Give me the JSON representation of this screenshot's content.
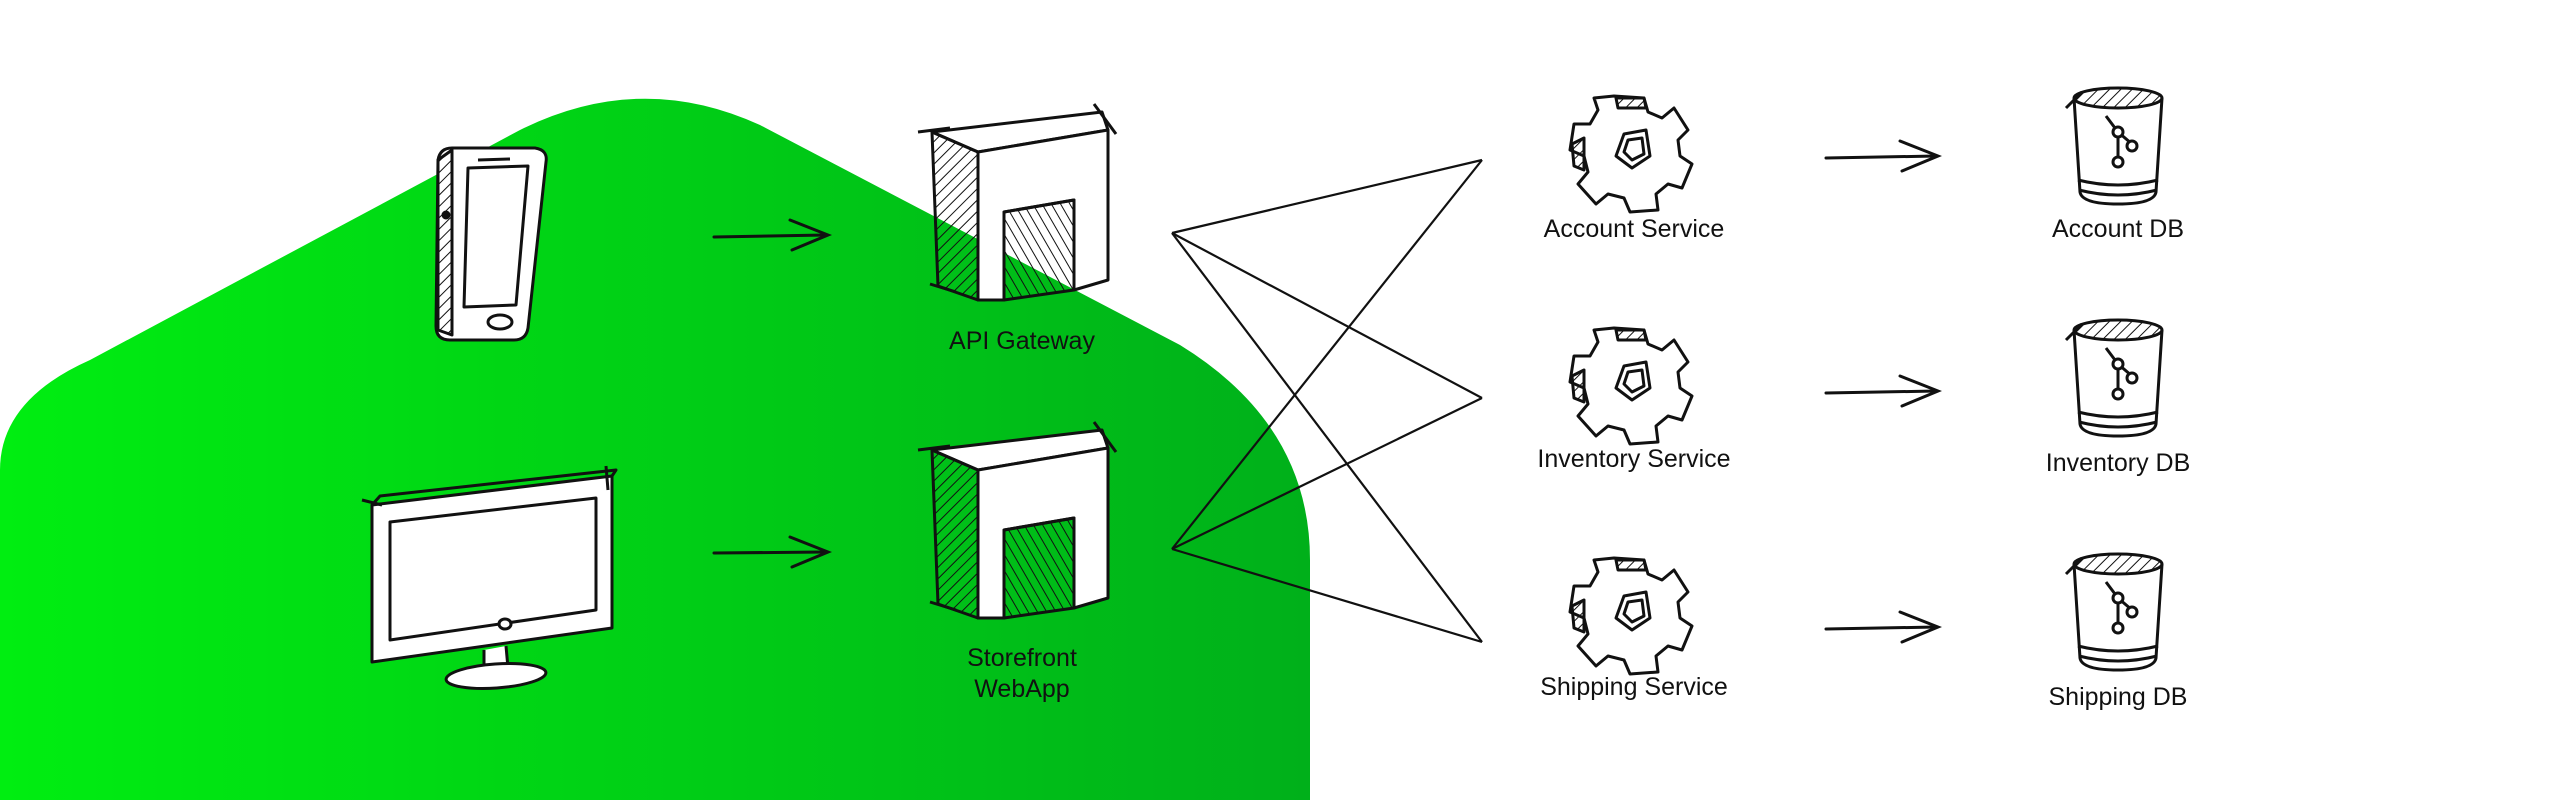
{
  "diagram": {
    "title": "",
    "colors": {
      "background_blob_start": "#00ee11",
      "background_blob_end": "#00b01a",
      "ink": "#111111",
      "background": "#ffffff"
    },
    "clients": [
      {
        "id": "mobile",
        "icon": "smartphone-icon",
        "label": ""
      },
      {
        "id": "desktop",
        "icon": "monitor-icon",
        "label": ""
      }
    ],
    "entry_points": [
      {
        "id": "api-gateway",
        "icon": "gateway-building-icon",
        "label": "API Gateway"
      },
      {
        "id": "storefront",
        "icon": "gateway-building-icon",
        "label": "Storefront\nWebApp"
      }
    ],
    "services": [
      {
        "id": "account-service",
        "icon": "gear-icon",
        "label": "Account Service"
      },
      {
        "id": "inventory-service",
        "icon": "gear-icon",
        "label": "Inventory Service"
      },
      {
        "id": "shipping-service",
        "icon": "gear-icon",
        "label": "Shipping Service"
      }
    ],
    "databases": [
      {
        "id": "account-db",
        "icon": "database-icon",
        "label": "Account DB"
      },
      {
        "id": "inventory-db",
        "icon": "database-icon",
        "label": "Inventory DB"
      },
      {
        "id": "shipping-db",
        "icon": "database-icon",
        "label": "Shipping DB"
      }
    ],
    "edges": [
      {
        "from": "mobile",
        "to": "api-gateway"
      },
      {
        "from": "desktop",
        "to": "storefront"
      },
      {
        "from": "api-gateway",
        "to": "account-service"
      },
      {
        "from": "api-gateway",
        "to": "inventory-service"
      },
      {
        "from": "api-gateway",
        "to": "shipping-service"
      },
      {
        "from": "storefront",
        "to": "account-service"
      },
      {
        "from": "storefront",
        "to": "inventory-service"
      },
      {
        "from": "storefront",
        "to": "shipping-service"
      },
      {
        "from": "account-service",
        "to": "account-db"
      },
      {
        "from": "inventory-service",
        "to": "inventory-db"
      },
      {
        "from": "shipping-service",
        "to": "shipping-db"
      }
    ]
  }
}
